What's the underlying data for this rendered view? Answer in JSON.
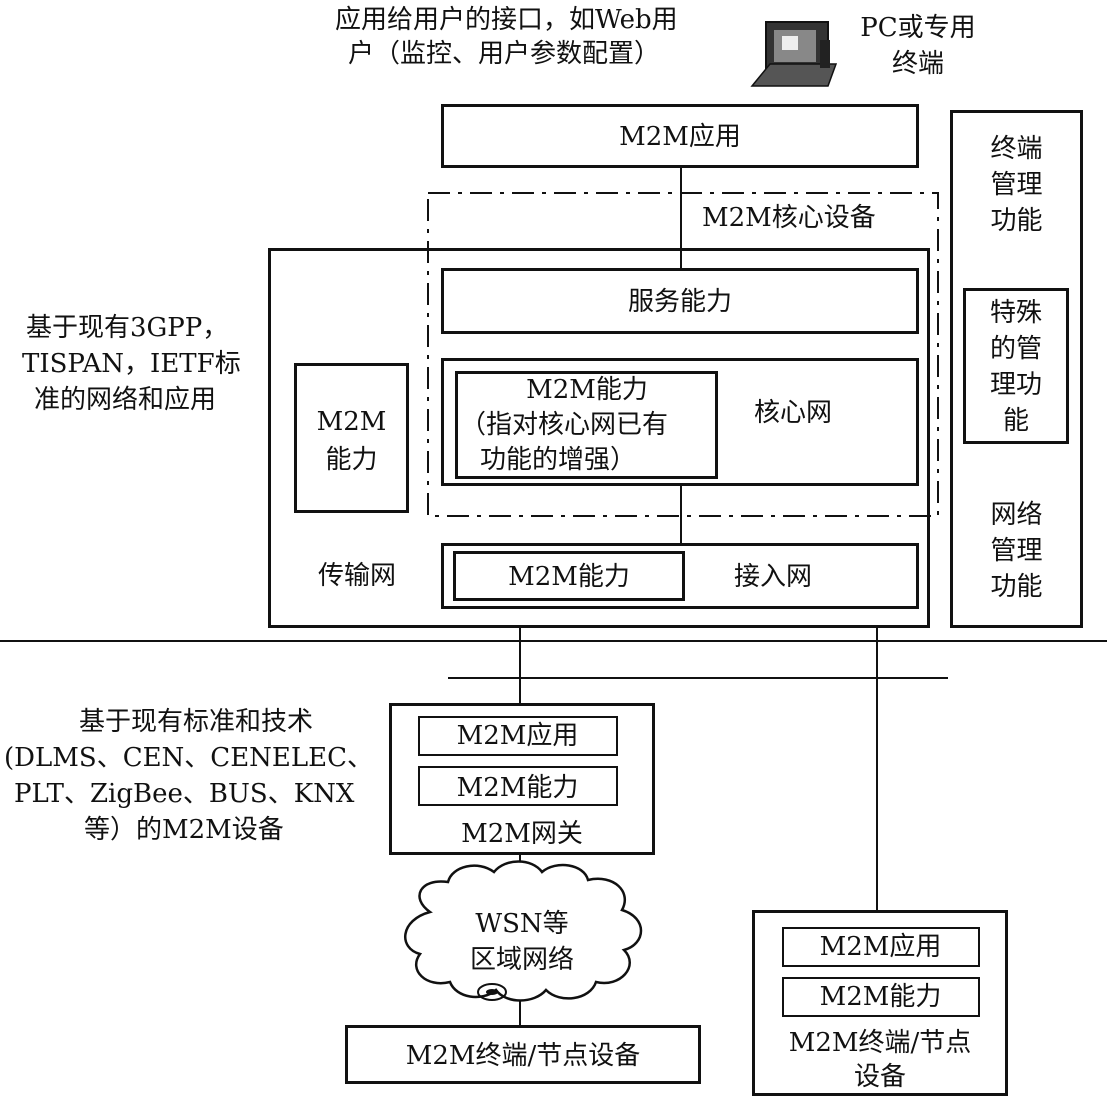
{
  "top": {
    "interface_line1": "应用给用户的接口，如Web用",
    "interface_line2": "户（监控、用户参数配置）",
    "pc_line1": "PC或专用",
    "pc_line2": "终端",
    "pc_icon": "computer-terminal-icon"
  },
  "core": {
    "m2m_app": "M2M应用",
    "core_device": "M2M核心设备",
    "service_capability": "服务能力",
    "core_m2m_cap_line1": "M2M能力",
    "core_m2m_cap_line2": "（指对核心网已有",
    "core_m2m_cap_line3": "功能的增强）",
    "core_network": "核心网",
    "left_m2m_cap_line1": "M2M",
    "left_m2m_cap_line2": "能力",
    "transport_network": "传输网",
    "access_m2m_cap": "M2M能力",
    "access_network": "接入网"
  },
  "left_note": {
    "line1": "基于现有3GPP，",
    "line2": "TISPAN，IETF标",
    "line3": "准的网络和应用"
  },
  "mgmt": {
    "terminal_mgmt_line1": "终端",
    "terminal_mgmt_line2": "管理",
    "terminal_mgmt_line3": "功能",
    "special_mgmt_line1": "特殊",
    "special_mgmt_line2": "的管",
    "special_mgmt_line3": "理功",
    "special_mgmt_line4": "能",
    "network_mgmt_line1": "网络",
    "network_mgmt_line2": "管理",
    "network_mgmt_line3": "功能"
  },
  "bottom_note": {
    "line1": "基于现有标准和技术",
    "line2": "(DLMS、CEN、CENELEC、",
    "line3": "PLT、ZigBee、BUS、KNX",
    "line4": "等）的M2M设备"
  },
  "gateway": {
    "m2m_app": "M2M应用",
    "m2m_cap": "M2M能力",
    "label": "M2M网关"
  },
  "wsn": {
    "line1": "WSN等",
    "line2": "区域网络"
  },
  "terminal_left": {
    "label": "M2M终端/节点设备"
  },
  "terminal_right": {
    "m2m_app": "M2M应用",
    "m2m_cap": "M2M能力",
    "label_line1": "M2M终端/节点",
    "label_line2": "设备"
  }
}
